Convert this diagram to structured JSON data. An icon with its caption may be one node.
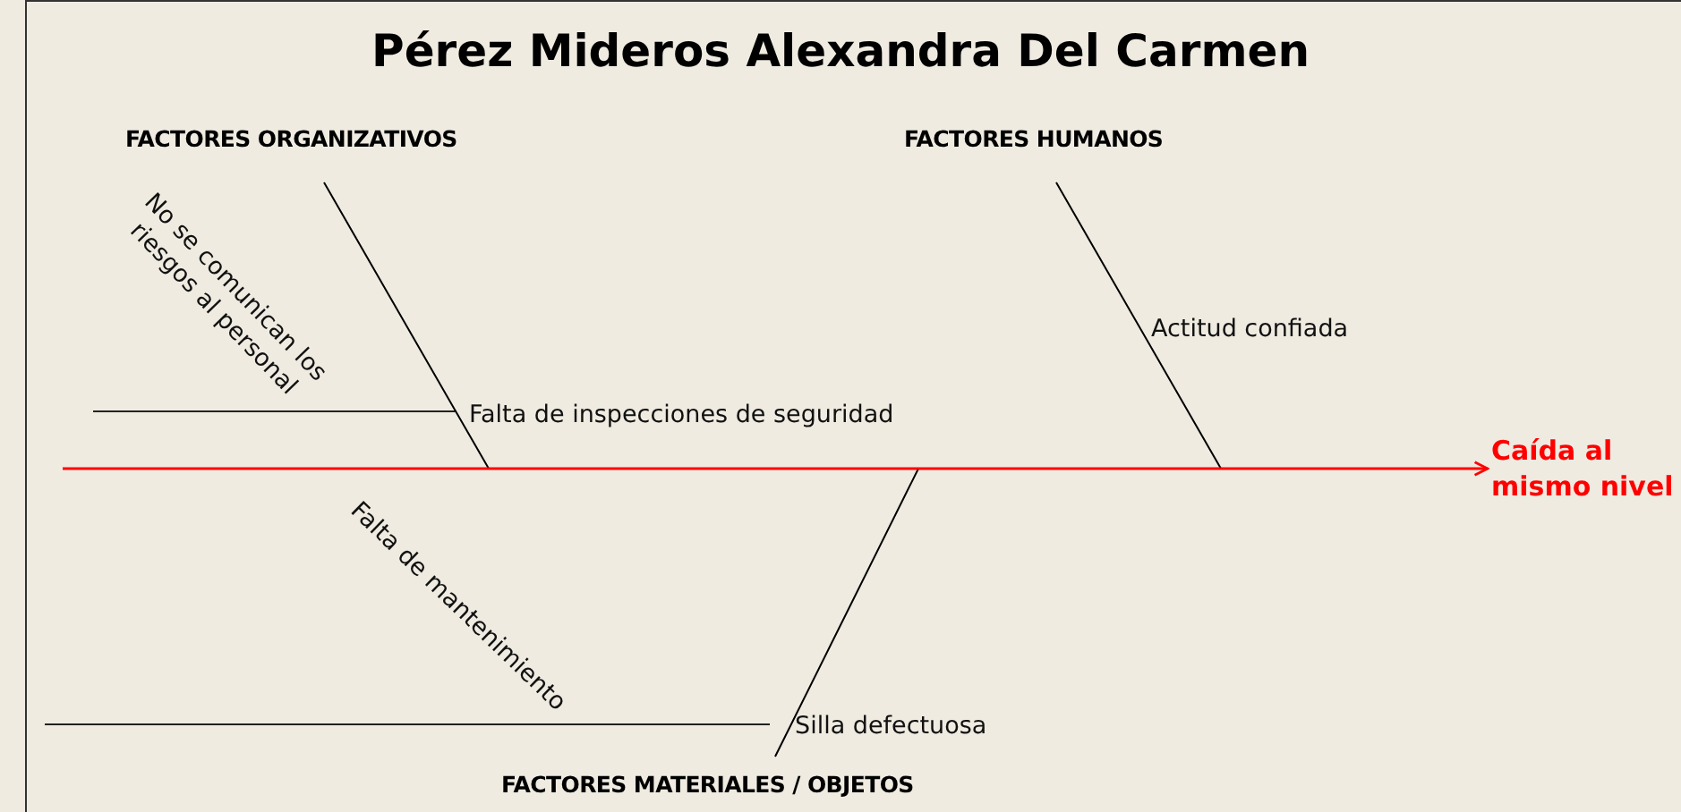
{
  "diagram": {
    "title": "Pérez Mideros Alexandra Del Carmen",
    "nodes": [
      {
        "text": [
          "FACTORES ORGANIZATIVOS"
        ]
      },
      {
        "text": [
          "FACTORES HUMANOS"
        ]
      },
      {
        "text": [
          "Caída al mismo nivel"
        ]
      },
      {
        "text": [
          "FACTORES MATERIALES / OBJETOS"
        ]
      }
    ],
    "edges": [
      {
        "from": null,
        "to": 2,
        "arrow": "to",
        "color": "#ff0000"
      },
      {
        "from": 0,
        "to": 2,
        "arrow": "none"
      },
      {
        "from": 1,
        "to": 2,
        "arrow": "none"
      },
      {
        "from": 3,
        "to": 2,
        "arrow": "none"
      }
    ],
    "labels": [
      "No se comunican los riesgos al personal",
      "Falta de inspecciones de seguridad",
      "Actitud confiada",
      "Falta de mantenimiento",
      "Silla defectuosa"
    ]
  }
}
